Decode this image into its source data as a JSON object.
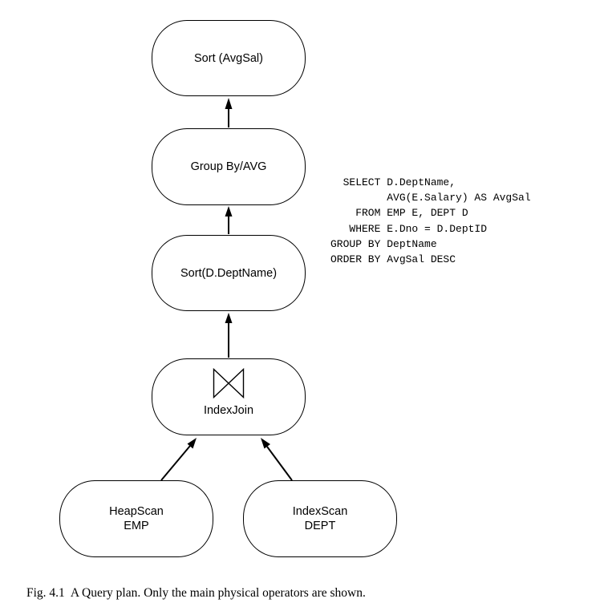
{
  "diagram": {
    "nodes": {
      "sort_avgsal": {
        "label": "Sort (AvgSal)"
      },
      "group_by": {
        "label": "Group By/AVG"
      },
      "sort_deptname": {
        "label": "Sort(D.DeptName)"
      },
      "index_join": {
        "label": "IndexJoin",
        "icon": "bowtie-join-icon"
      },
      "heapscan": {
        "line1": "HeapScan",
        "line2": "EMP"
      },
      "indexscan": {
        "line1": "IndexScan",
        "line2": "DEPT"
      }
    },
    "edges": [
      {
        "from": "group_by",
        "to": "sort_avgsal"
      },
      {
        "from": "sort_deptname",
        "to": "group_by"
      },
      {
        "from": "index_join",
        "to": "sort_deptname"
      },
      {
        "from": "heapscan",
        "to": "index_join"
      },
      {
        "from": "indexscan",
        "to": "index_join"
      }
    ]
  },
  "sql": {
    "lines": [
      "  SELECT D.DeptName,",
      "         AVG(E.Salary) AS AvgSal",
      "    FROM EMP E, DEPT D",
      "   WHERE E.Dno = D.DeptID",
      "GROUP BY DeptName",
      "ORDER BY AvgSal DESC"
    ]
  },
  "caption": {
    "figure_number": "Fig. 4.1",
    "text": "A Query plan. Only the main physical operators are shown."
  },
  "colors": {
    "line": "#000000",
    "background": "#ffffff"
  }
}
